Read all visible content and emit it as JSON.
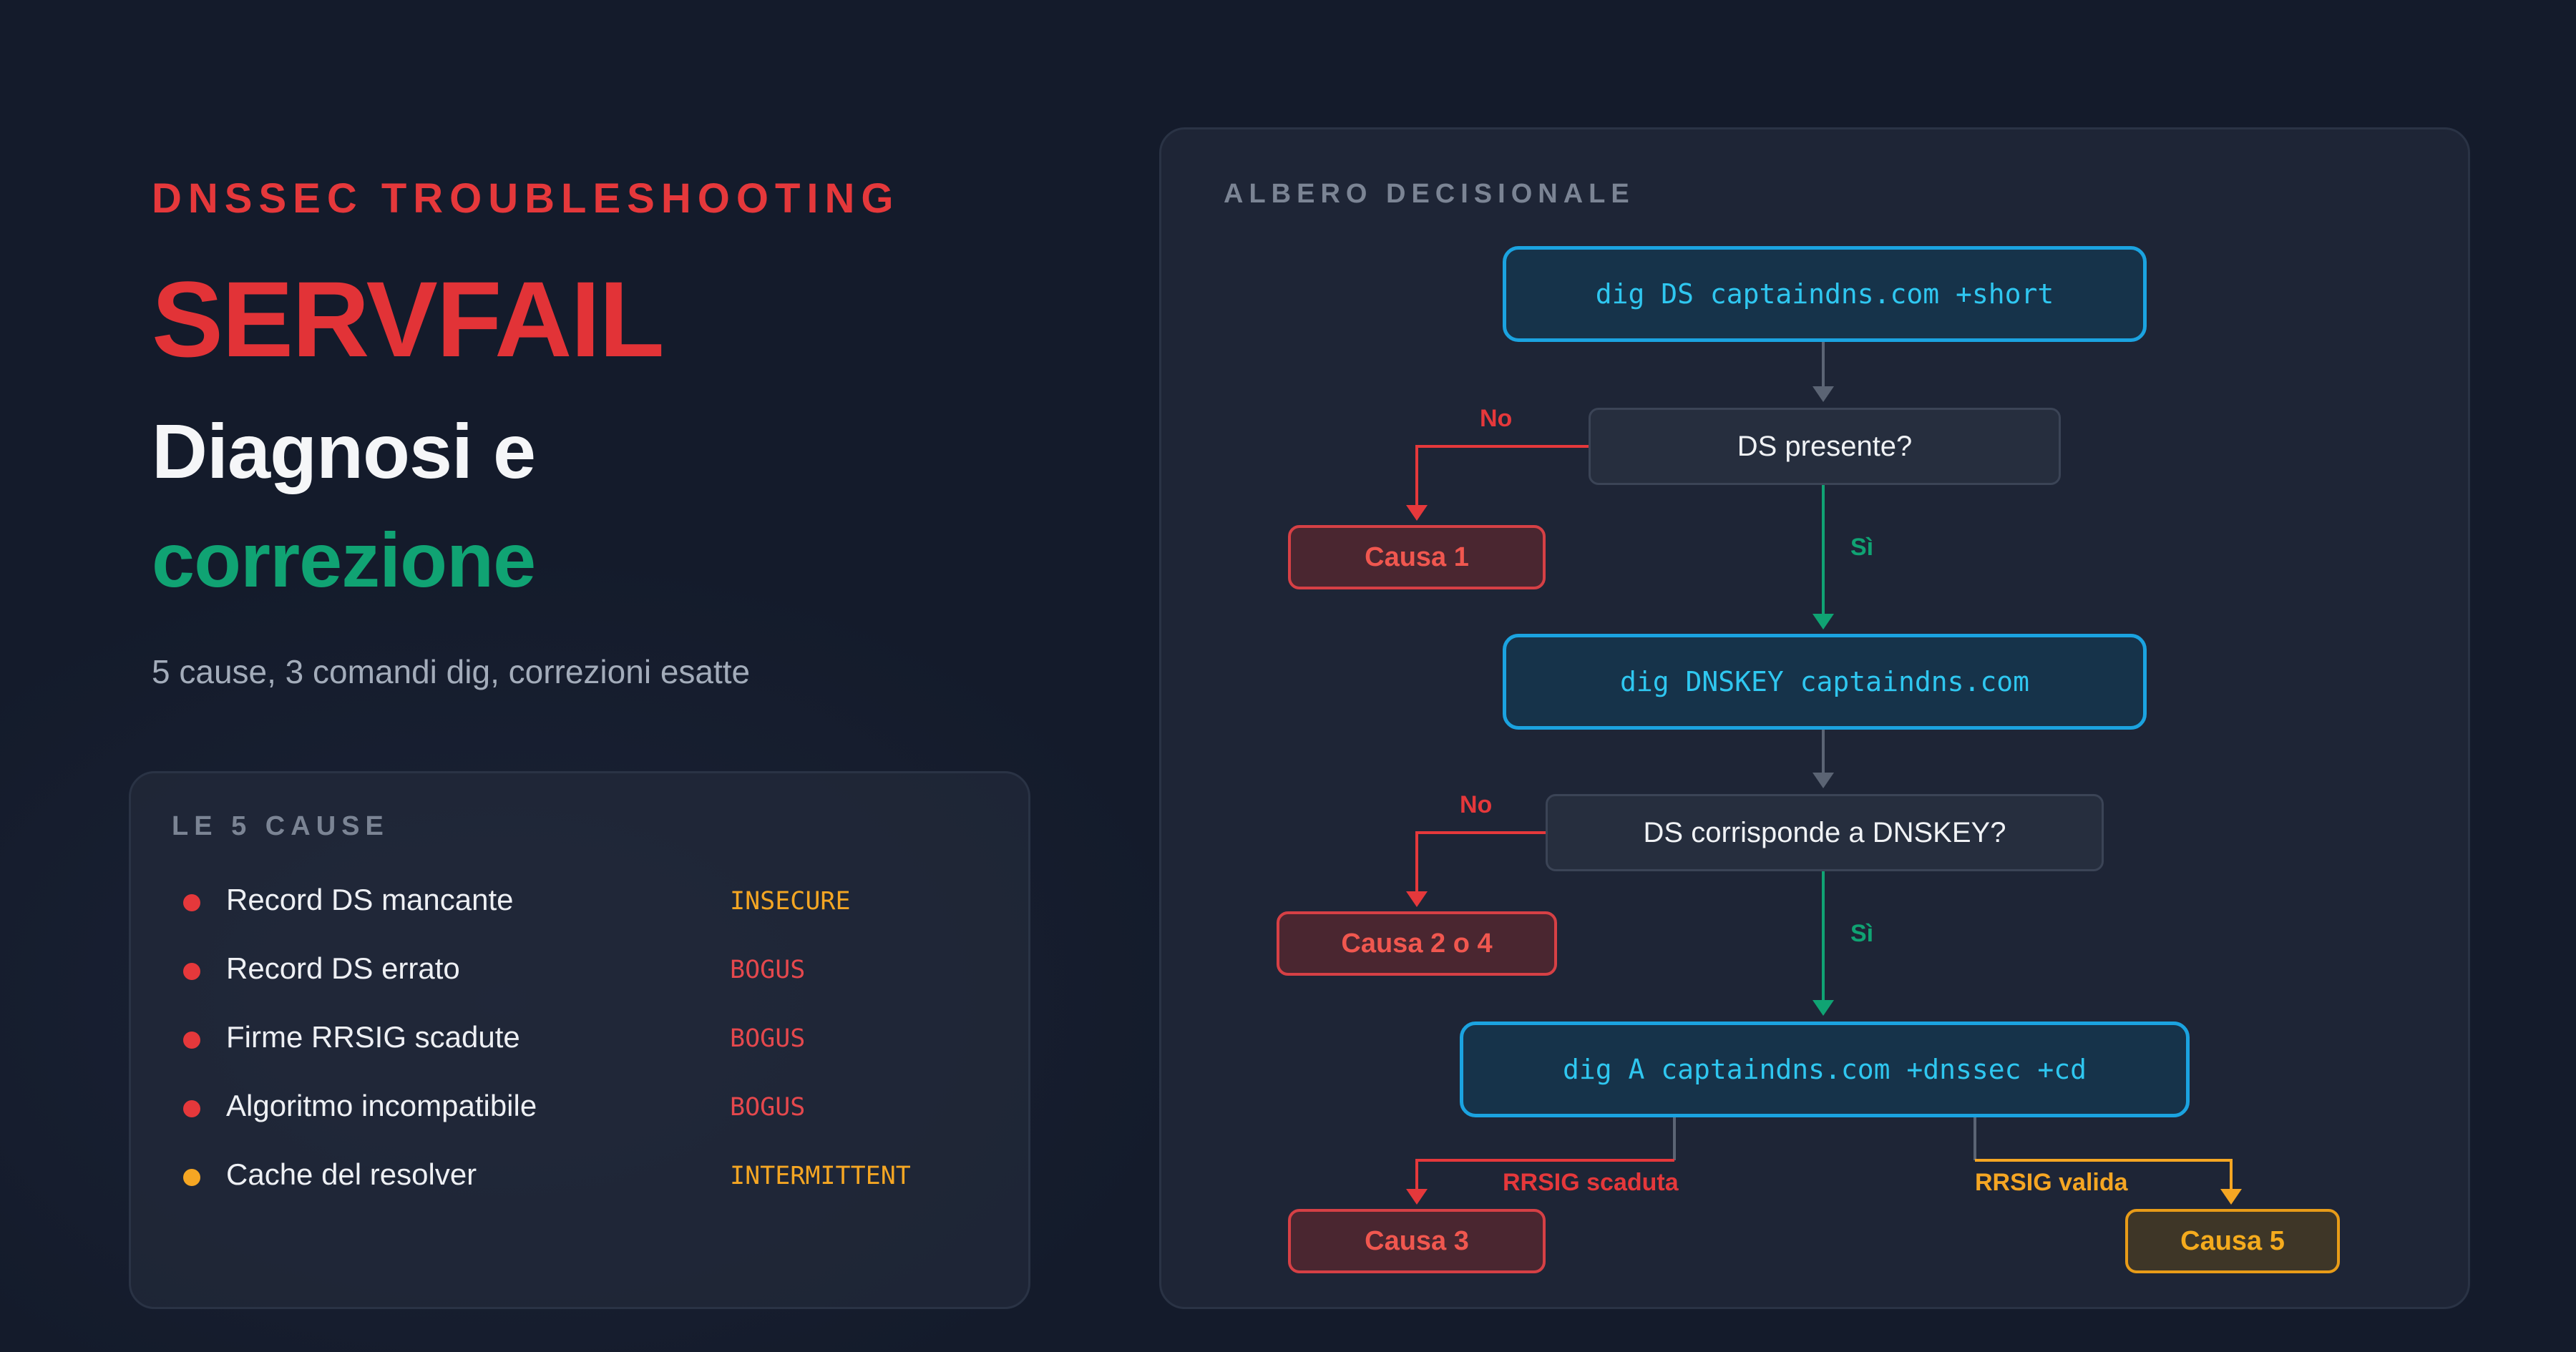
{
  "header": {
    "eyebrow": "DNSSEC TROUBLESHOOTING",
    "title": "SERVFAIL",
    "subtitle_line1": "Diagnosi e",
    "subtitle_line2": "correzione",
    "tagline": "5 cause, 3 comandi dig, correzioni esatte"
  },
  "causes": {
    "label": "LE 5 CAUSE",
    "items": [
      {
        "name": "Record DS mancante",
        "status": "INSECURE",
        "dot_color": "#e5383b",
        "status_color": "#f5a623"
      },
      {
        "name": "Record DS errato",
        "status": "BOGUS",
        "dot_color": "#e5383b",
        "status_color": "#e5484d"
      },
      {
        "name": "Firme RRSIG scadute",
        "status": "BOGUS",
        "dot_color": "#e5383b",
        "status_color": "#e5484d"
      },
      {
        "name": "Algoritmo incompatibile",
        "status": "BOGUS",
        "dot_color": "#e5383b",
        "status_color": "#e5484d"
      },
      {
        "name": "Cache del resolver",
        "status": "INTERMITTENT",
        "dot_color": "#f5a623",
        "status_color": "#f5a623"
      }
    ]
  },
  "tree": {
    "label": "ALBERO DECISIONALE",
    "cmd1": "dig DS captaindns.com +short",
    "q1": "DS presente?",
    "q1_no": "No",
    "q1_yes": "Sì",
    "cause1": "Causa 1",
    "cmd2": "dig DNSKEY captaindns.com",
    "q2": "DS corrisponde a DNSKEY?",
    "q2_no": "No",
    "q2_yes": "Sì",
    "cause24": "Causa 2 o 4",
    "cmd3": "dig A captaindns.com +dnssec +cd",
    "rrsig_expired": "RRSIG scaduta",
    "rrsig_valid": "RRSIG valida",
    "cause3": "Causa 3",
    "cause5": "Causa 5"
  },
  "colors": {
    "red": "#e5383b",
    "green": "#10a373",
    "amber": "#f5a623",
    "cyan": "#2fc7f0",
    "connector_gray": "#5b6474"
  }
}
